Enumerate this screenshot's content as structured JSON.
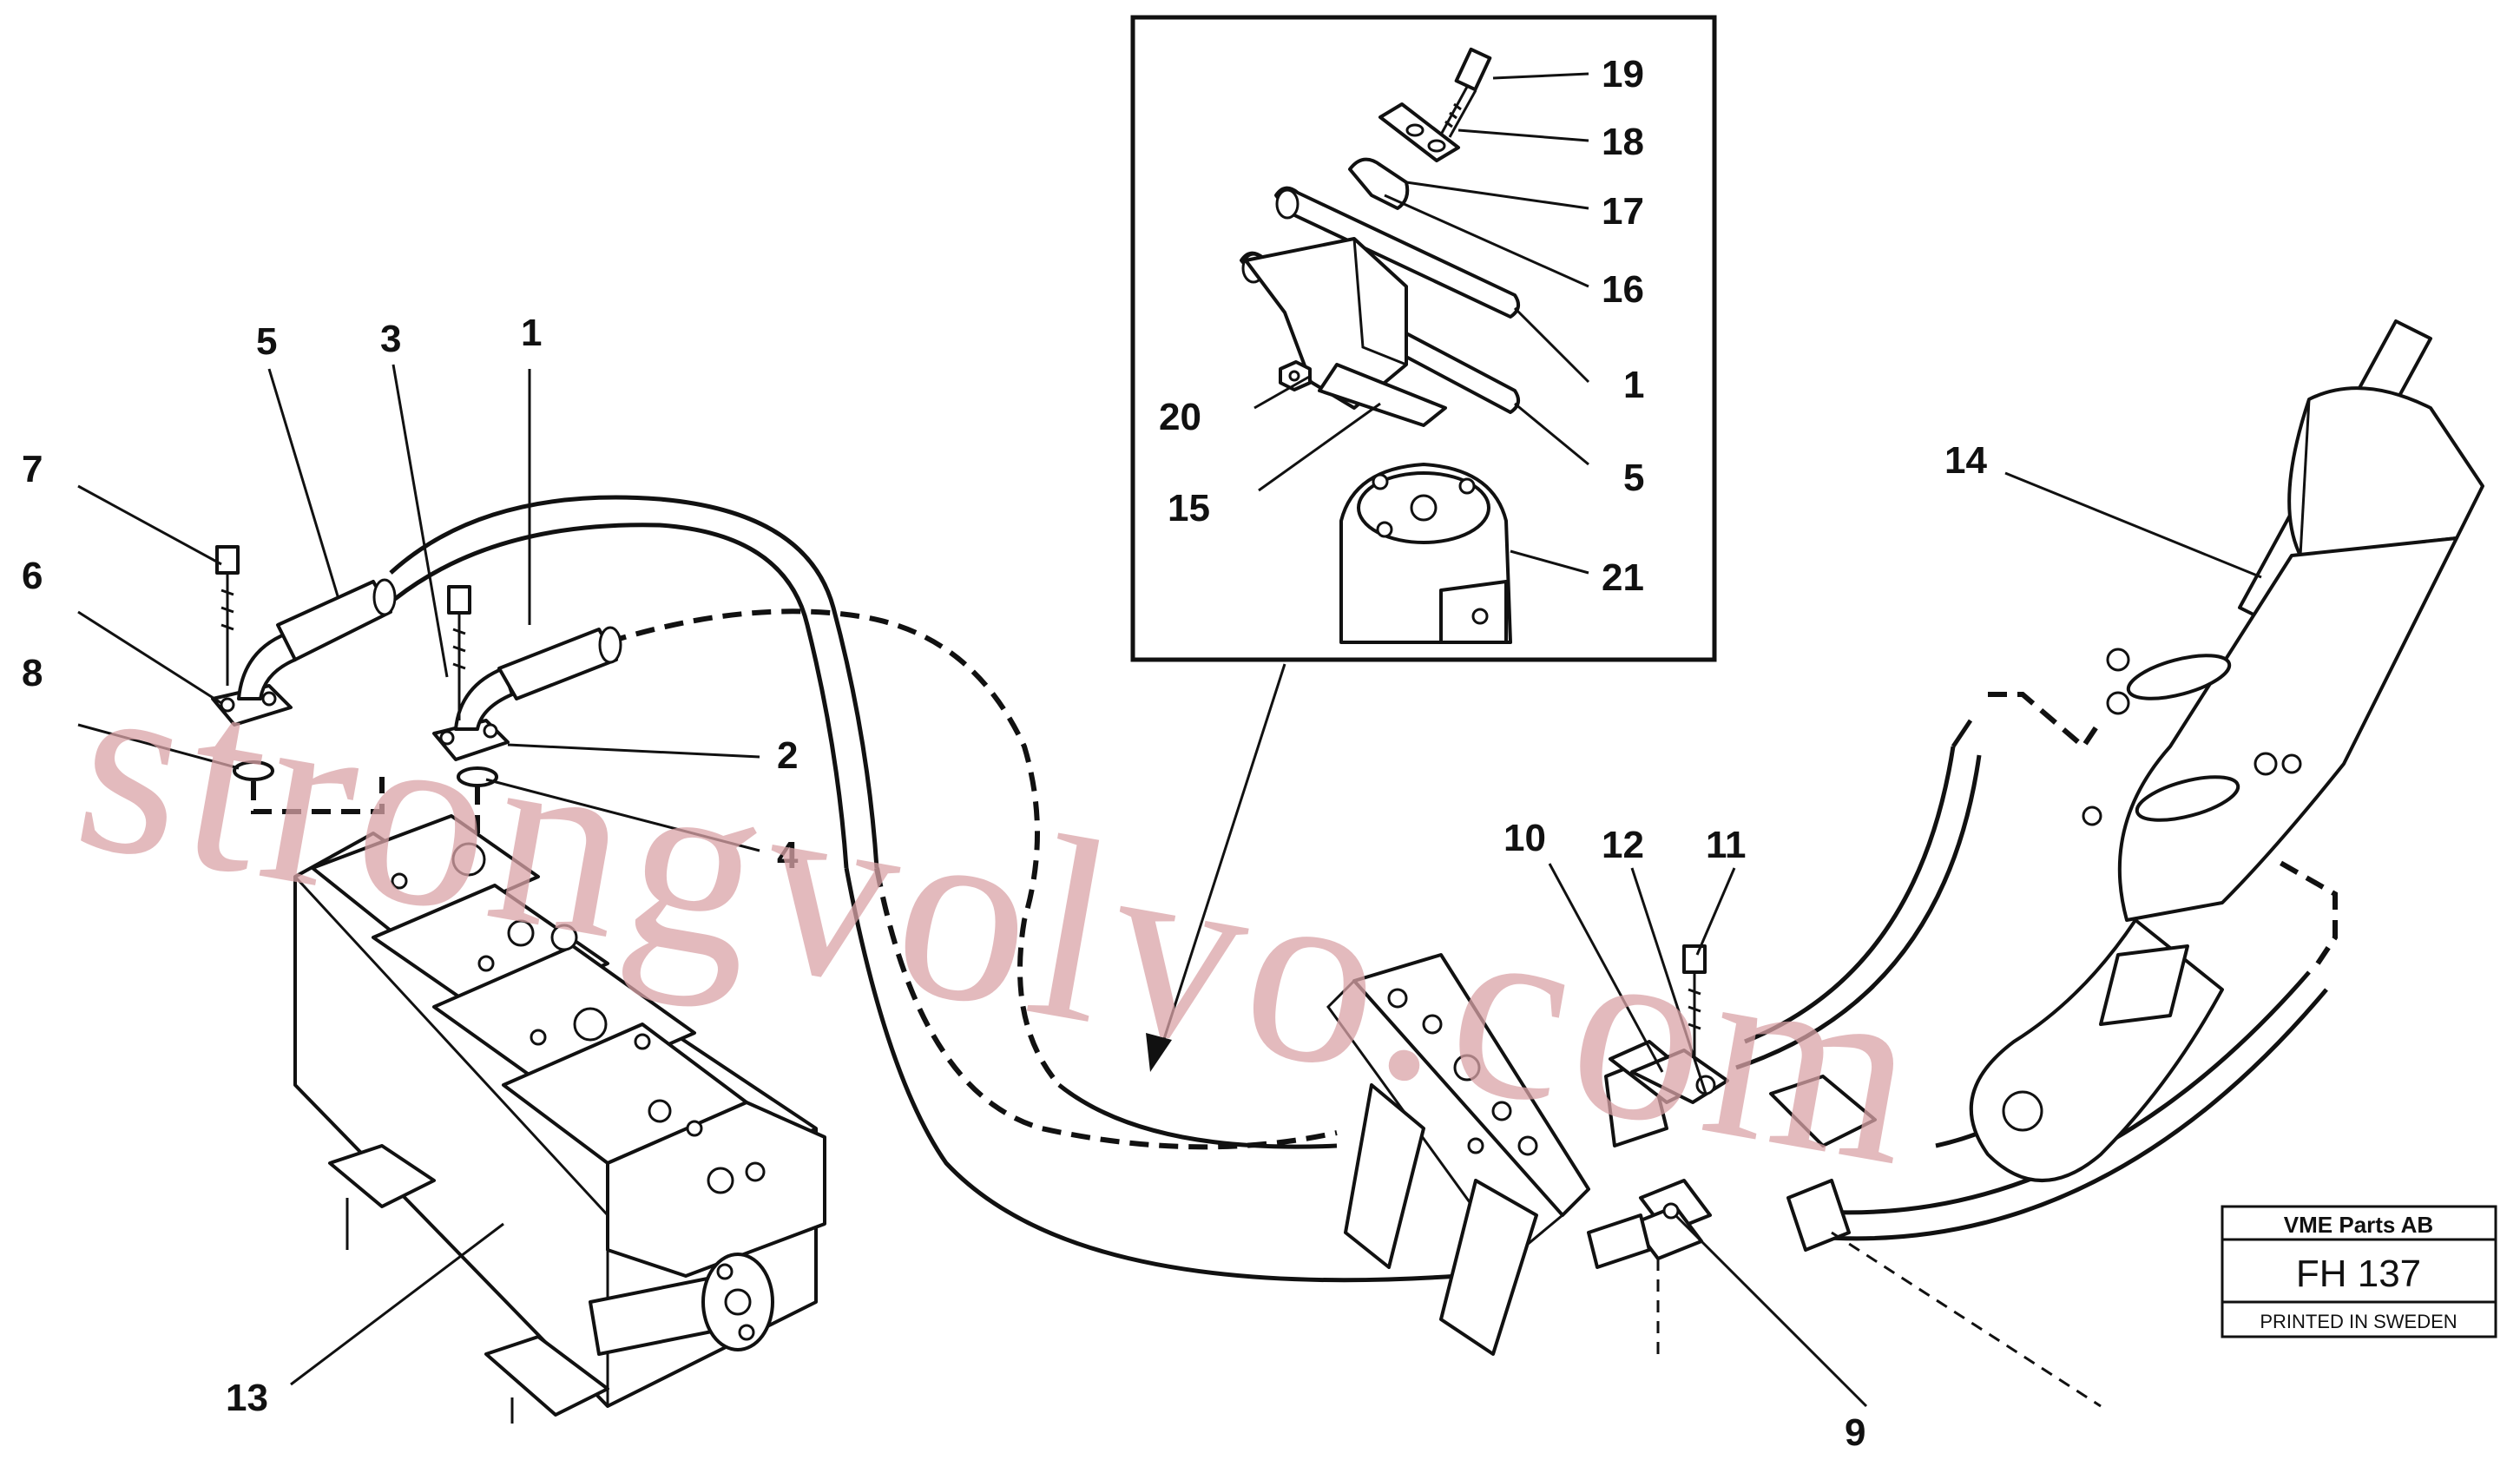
{
  "callouts": {
    "c1": "1",
    "c2": "2",
    "c3": "3",
    "c4": "4",
    "c5": "5",
    "c6": "6",
    "c7": "7",
    "c8": "8",
    "c9": "9",
    "c10": "10",
    "c11": "11",
    "c12": "12",
    "c13": "13",
    "c14": "14"
  },
  "inset": {
    "c19": "19",
    "c18": "18",
    "c17": "17",
    "c16": "16",
    "c1": "1",
    "c5": "5",
    "c20": "20",
    "c15": "15",
    "c21": "21"
  },
  "watermark": "strongvolvo.com",
  "stamp": {
    "company": "VME Parts AB",
    "code": "FH 137",
    "printed": "PRINTED IN SWEDEN"
  }
}
